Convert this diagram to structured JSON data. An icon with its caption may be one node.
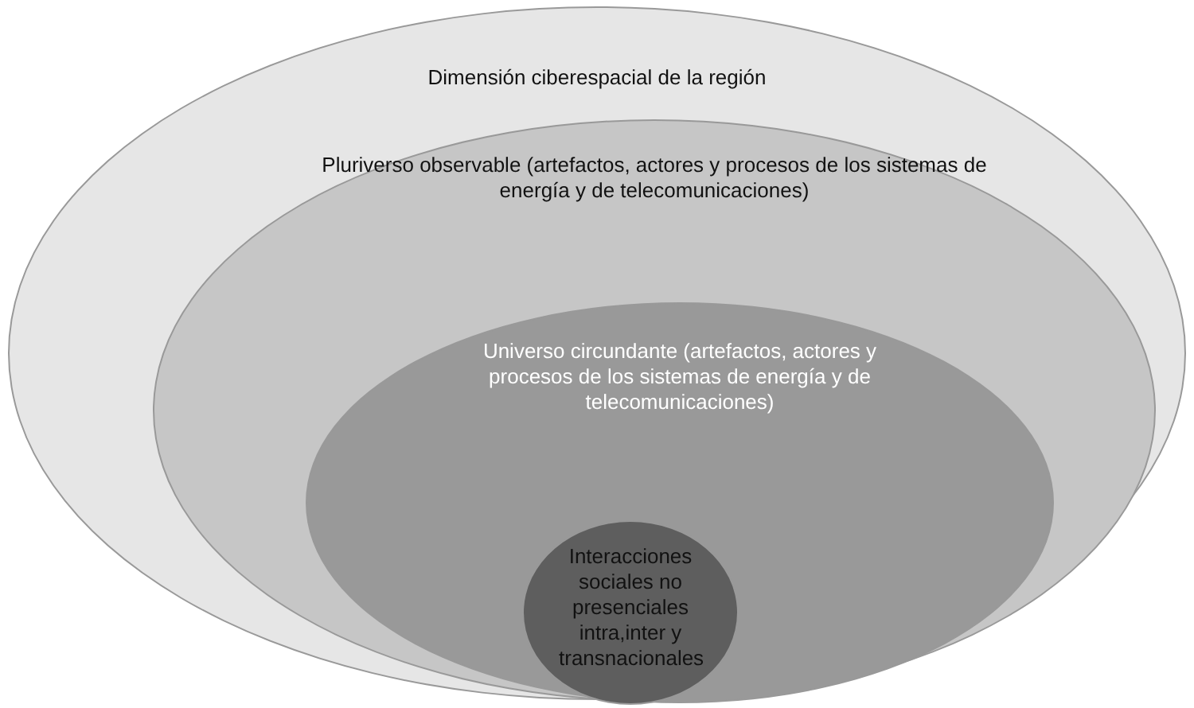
{
  "diagram": {
    "nodes": [
      {
        "text": [
          "Dimensión ciberespacial de la región"
        ]
      },
      {
        "text": [
          "Pluriverso observable (artefactos, actores y procesos de los sistemas de energía y de telecomunicaciones)"
        ],
        "in": 0
      },
      {
        "text": [
          "Universo circundante (artefactos, actores y procesos de los sistemas de energía y de telecomunicaciones)"
        ],
        "in": 1
      },
      {
        "text": [
          "Interacciones sociales no presenciales intra,inter y transnacionales"
        ],
        "in": 2
      }
    ],
    "edges": []
  }
}
